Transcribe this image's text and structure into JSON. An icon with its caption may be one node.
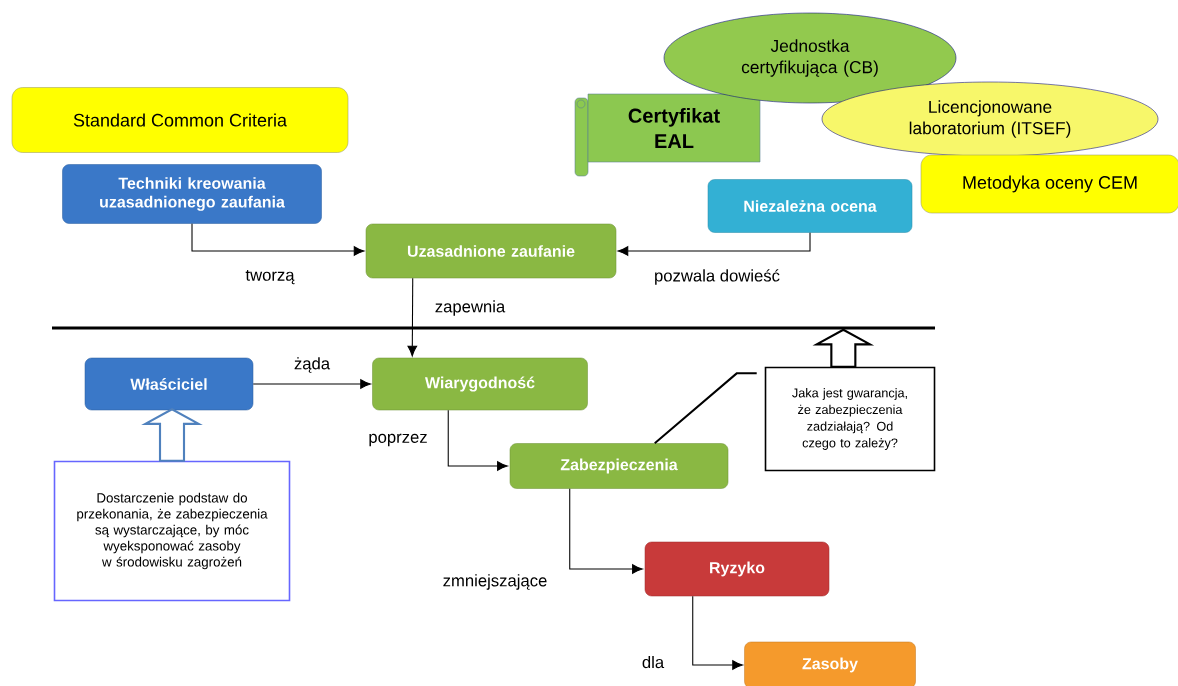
{
  "diagram": {
    "nodes": [
      {
        "text": [
          "Standard Common Criteria"
        ]
      },
      {
        "text": [
          "Techniki kreowania uzasadnionego zaufania"
        ]
      },
      {
        "text": [
          "Certyfikat EAL"
        ]
      },
      {
        "text": [
          "Jednostka certyfikująca (CB)"
        ]
      },
      {
        "text": [
          "Licencjonowane laboratorium (ITSEF)"
        ]
      },
      {
        "text": [
          "Metodyka oceny CEM"
        ]
      },
      {
        "text": [
          "Niezależna ocena"
        ]
      },
      {
        "text": [
          "Uzasadnione zaufanie"
        ]
      },
      {
        "text": [
          "Właściciel"
        ]
      },
      {
        "text": [
          "Wiarygodność"
        ]
      },
      {
        "text": [
          "Zabezpieczenia"
        ]
      },
      {
        "text": [
          "Ryzyko"
        ]
      },
      {
        "text": [
          "Zasoby"
        ]
      },
      {
        "text": [
          "Dostarczenie podstaw do przekonania, że zabezpieczenia są wystarczające, by móc wyeksponować zasoby w środowisku zagrożeń"
        ]
      },
      {
        "text": [
          "Jaka jest gwarancja, że zabezpieczenia zadziałają? Od czego to zależy?"
        ]
      }
    ],
    "edges": [
      {
        "from": 1,
        "to": 7,
        "arrow": "to",
        "label": "tworzą"
      },
      {
        "from": 6,
        "to": 7,
        "arrow": "to",
        "label": "pozwala dowieść"
      },
      {
        "from": 7,
        "to": 9,
        "arrow": "to",
        "label": "zapewnia"
      },
      {
        "from": 8,
        "to": 9,
        "arrow": "to",
        "label": "żąda"
      },
      {
        "from": 9,
        "to": 10,
        "arrow": "to",
        "label": "poprzez"
      },
      {
        "from": 10,
        "to": 11,
        "arrow": "to",
        "label": "zmniejszające"
      },
      {
        "from": 11,
        "to": 12,
        "arrow": "to",
        "label": "dla"
      },
      {
        "from": 13,
        "to": 8,
        "arrow": "to",
        "style": "thick",
        "color": "#4f81bd"
      },
      {
        "from": 14,
        "to": null,
        "arrow": "to",
        "style": "thick"
      },
      {
        "from": 14,
        "to": 10,
        "arrow": "none"
      }
    ]
  }
}
